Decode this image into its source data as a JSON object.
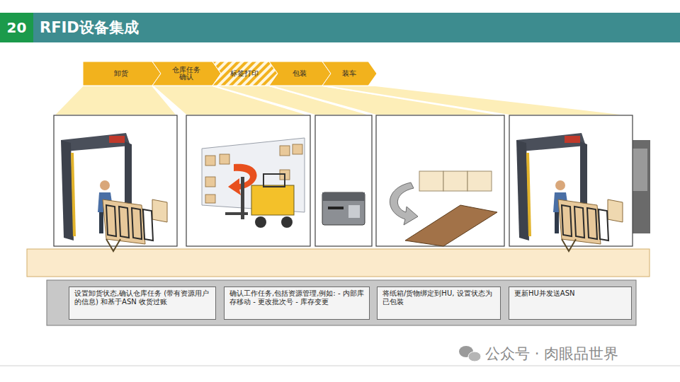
{
  "diagram": {
    "title": "RFID设备集成",
    "nodes": [
      {
        "text": [
          "卸货"
        ]
      },
      {
        "text": [
          "仓库任务 确认"
        ]
      },
      {
        "text": [
          "标签打印"
        ]
      },
      {
        "text": [
          "包装"
        ]
      },
      {
        "text": [
          "装车"
        ]
      },
      {
        "text": [
          "设置卸货状态,确认仓库任务 (带有资源用户的信息) 和基于ASN 收货过账"
        ]
      },
      {
        "text": [
          "确认工作任务,包括资源管理,例如: - 内部库存移动 - 更改批次号 - 库存变更"
        ]
      },
      {
        "text": [
          "将纸箱/货物绑定到HU, 设置状态为已包装"
        ]
      },
      {
        "text": [
          "更新HU并发送ASN"
        ]
      }
    ],
    "labels": [
      "20",
      "公众号 · 肉眼品世界"
    ]
  }
}
